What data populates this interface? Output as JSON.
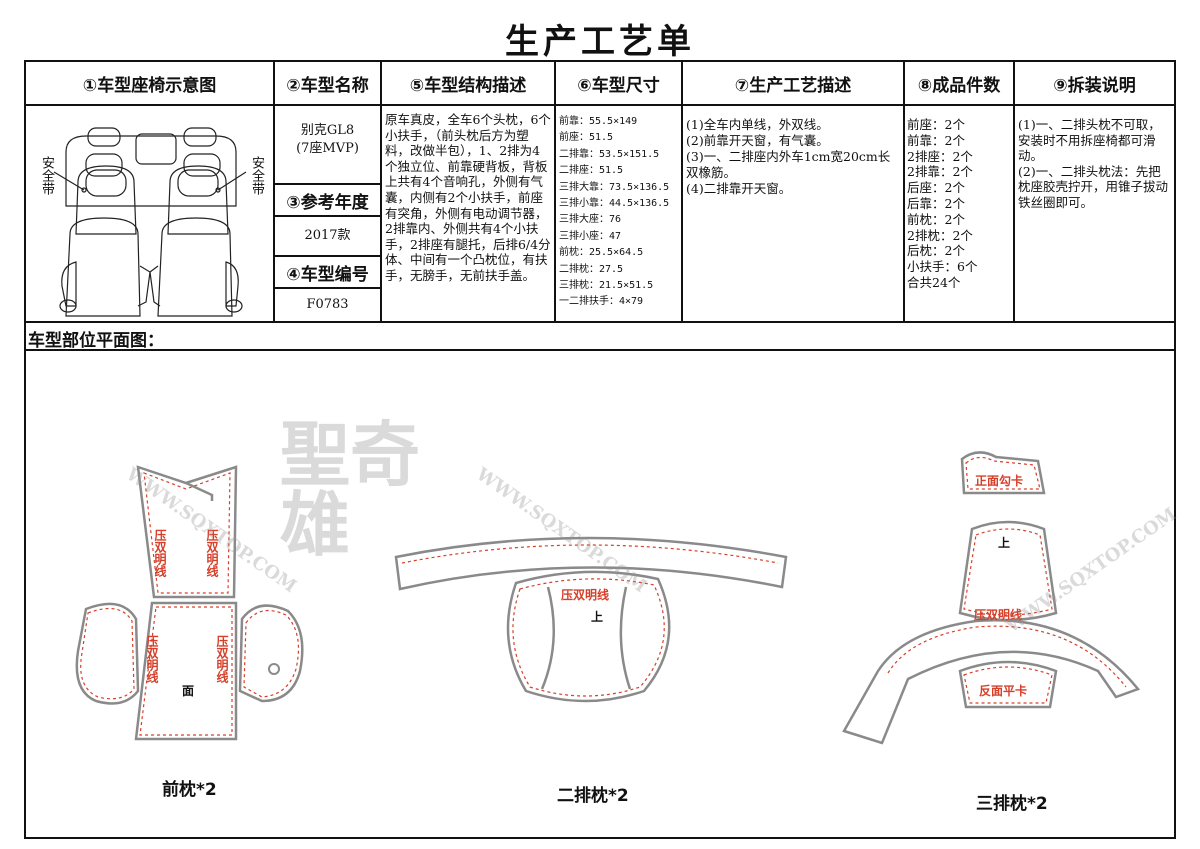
{
  "page_title": "生产工艺单",
  "headers": {
    "h1": "①车型座椅示意图",
    "h2": "②车型名称",
    "h5": "⑤车型结构描述",
    "h6": "⑥车型尺寸",
    "h7": "⑦生产工艺描述",
    "h8": "⑧成品件数",
    "h9": "⑨拆装说明"
  },
  "seat_diagram": {
    "belt_left": "安全带",
    "belt_right": "安全带"
  },
  "vehicle": {
    "name_line1": "别克GL8",
    "name_line2": "(7座MVP)",
    "ref_year_label": "③参考年度",
    "ref_year": "2017款",
    "code_label": "④车型编号",
    "code": "F0783"
  },
  "structure_description": "原车真皮，全车6个头枕，6个小扶手，（前头枕后方为塑料，改做半包），1、2排为4个独立位、前靠硬背板，背板上共有4个音响孔，外侧有气囊，内侧有2个小扶手，前座有突角，外侧有电动调节器，2排靠内、外侧共有4个小扶手，2排座有腿托，后排6/4分体、中间有一个凸枕位，有扶手，无膀手，无前扶手盖。",
  "dimensions": [
    "前靠：55.5×149",
    "前座：51.5",
    "二排靠：53.5×151.5",
    "二排座：51.5",
    "三排大靠：73.5×136.5",
    "三排小靠：44.5×136.5",
    "三排大座：76",
    "三排小座：47",
    "前枕：25.5×64.5",
    "二排枕：27.5",
    "三排枕：21.5×51.5",
    "一二排扶手：4×79"
  ],
  "process_description": [
    "(1)全车内单线，外双线。",
    "(2)前靠开天窗，有气囊。",
    "(3)一、二排座内外车1cm宽20cm长双橡筋。",
    "(4)二排靠开天窗。"
  ],
  "finished_counts": [
    "前座：2个",
    "前靠：2个",
    "2排座：2个",
    "2排靠：2个",
    "后座：2个",
    "后靠：2个",
    "前枕：2个",
    "2排枕：2个",
    "后枕：2个",
    "小扶手：6个",
    "合共24个"
  ],
  "disassembly_notes": [
    "(1)一、二排头枕不可取，安装时不用拆座椅都可滑动。",
    "(2)一、二排头枕法：先把枕座胶壳拧开，用锥子拔动铁丝圈即可。"
  ],
  "plan_title": "车型部位平面图：",
  "patterns": {
    "front": {
      "caption": "前枕*2",
      "stitch1": "压双明线",
      "stitch2": "压双明线",
      "stitch3": "压双明线",
      "stitch4": "压双明线",
      "face": "面"
    },
    "second": {
      "caption": "二排枕*2",
      "stitch": "压双明线",
      "up": "上"
    },
    "third": {
      "caption": "三排枕*2",
      "hook": "正面勾卡",
      "up": "上",
      "stitch": "压双明线",
      "flat": "反面平卡"
    }
  },
  "watermark": {
    "brand": "聖奇雄",
    "url": "WWW.SQXTOP.COM"
  },
  "colors": {
    "stitch_red": "#d6402a",
    "outline_gray": "#8a8a8a",
    "ink": "#111111"
  }
}
